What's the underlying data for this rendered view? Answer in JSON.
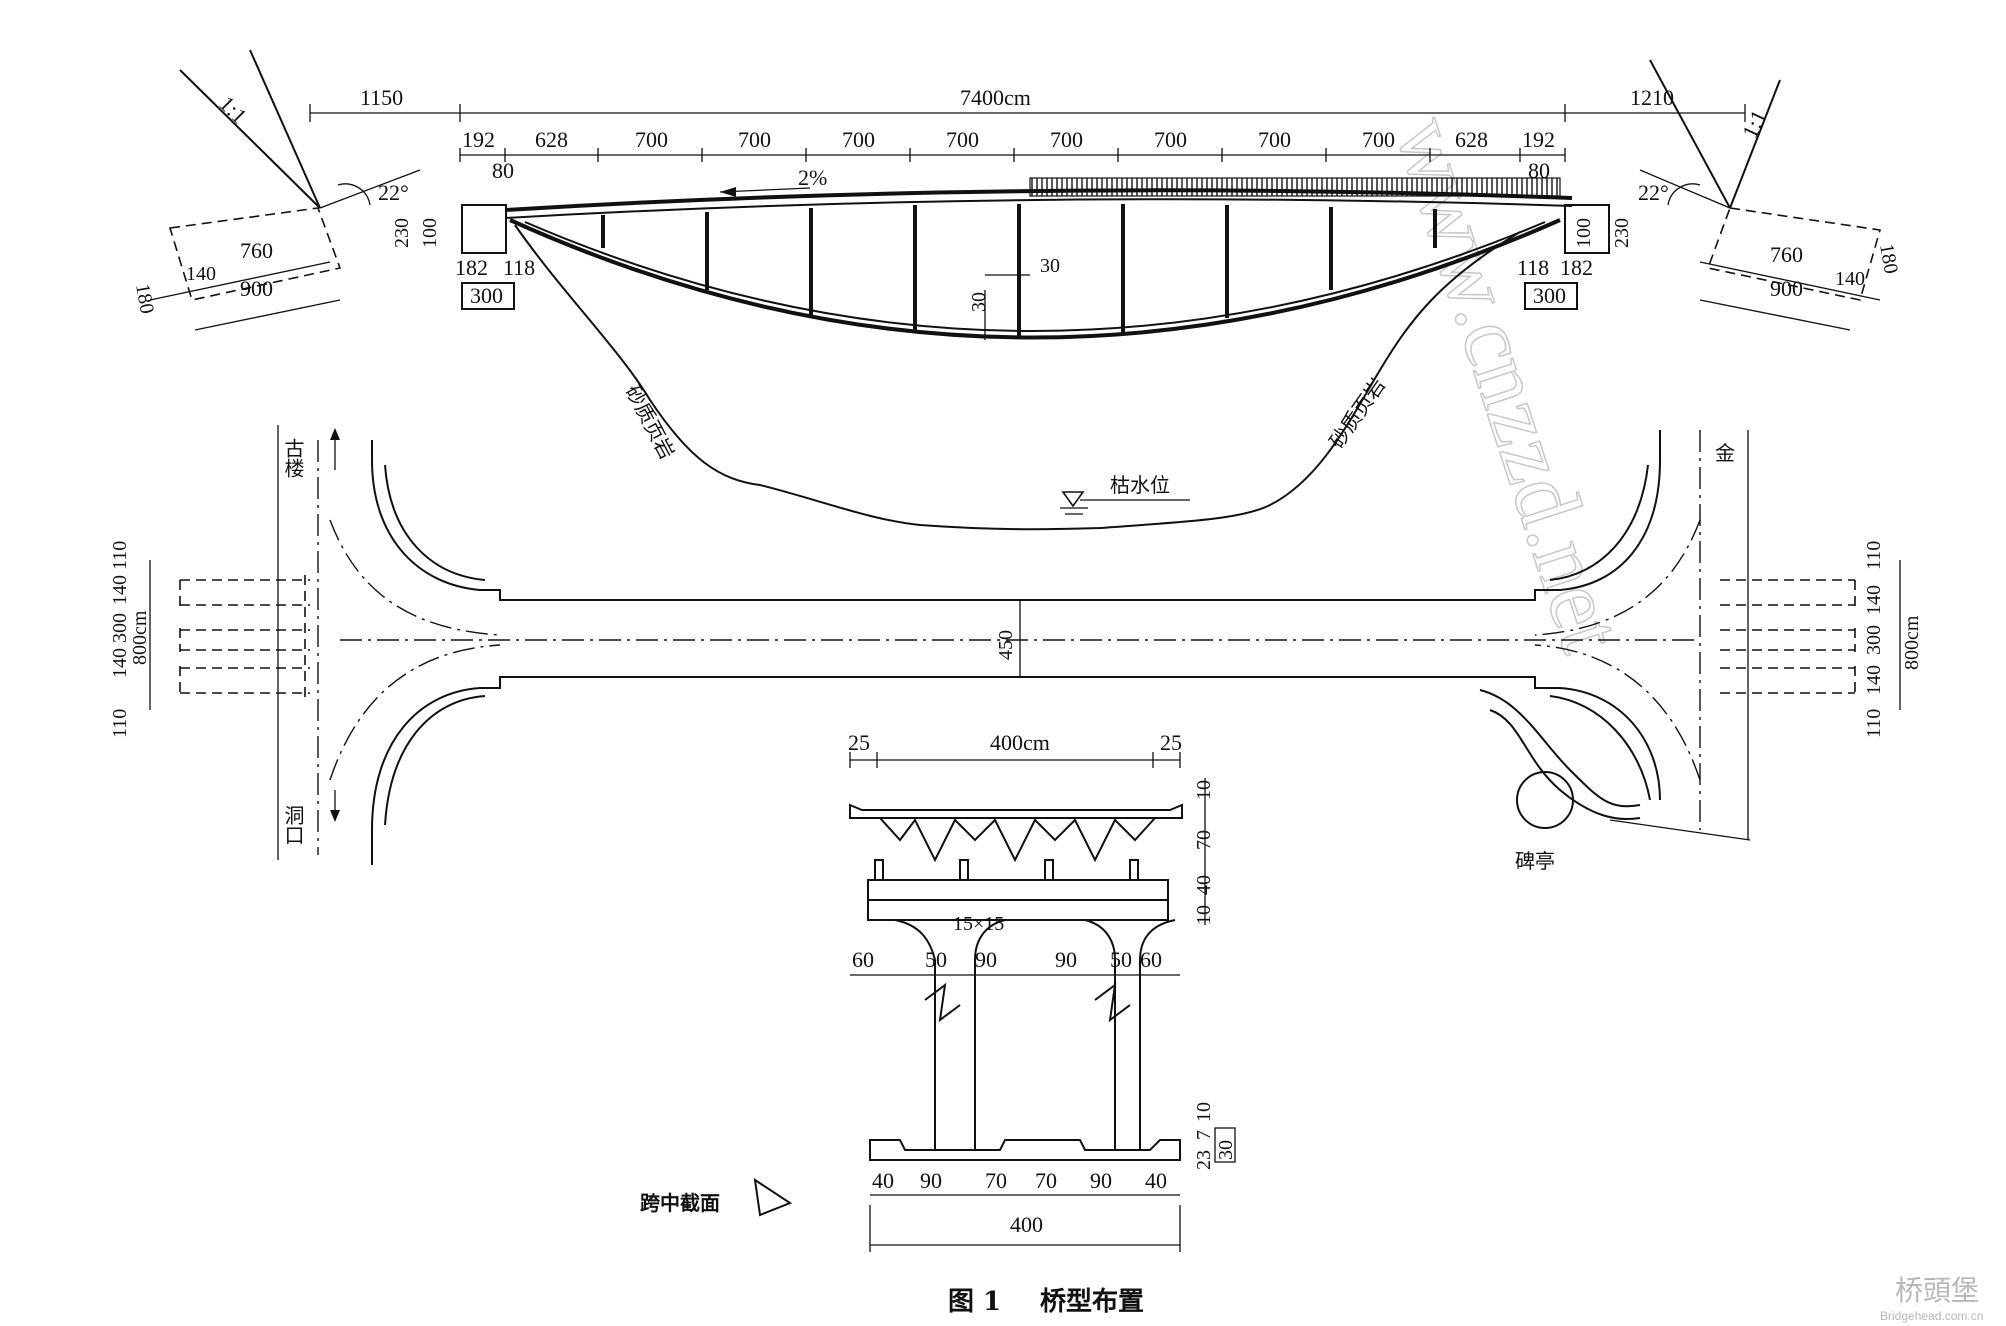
{
  "elevation": {
    "dims_top": {
      "left_approach": "1150",
      "total_span": "7400cm",
      "right_approach": "1210",
      "segments": [
        "192",
        "628",
        "700",
        "700",
        "700",
        "700",
        "700",
        "700",
        "700",
        "700",
        "628",
        "192"
      ],
      "end_offsets": [
        "80",
        "80"
      ]
    },
    "slope": "2%",
    "embankment_slope": "1:1",
    "angle": "22°",
    "left_abutment": {
      "heights": [
        "230",
        "100"
      ],
      "widths": [
        "182",
        "118"
      ],
      "base": "300",
      "wing": [
        "180",
        "140",
        "760",
        "900"
      ]
    },
    "right_abutment": {
      "heights": [
        "100",
        "230"
      ],
      "widths": [
        "118",
        "182"
      ],
      "base": "300",
      "wing": [
        "760",
        "140",
        "180",
        "900"
      ]
    },
    "arch_dims": [
      "30",
      "30"
    ],
    "rock_label_left": "砂质页岩",
    "rock_label_right": "砂质页岩",
    "water_level": "枯水位"
  },
  "plan": {
    "deck_width": "450",
    "road_dims_left": [
      "800cm",
      "110",
      "140",
      "300",
      "140",
      "110"
    ],
    "road_dims_right": [
      "800cm",
      "110",
      "140",
      "300",
      "140",
      "110"
    ],
    "place_left_top": "古楼",
    "place_left_bottom": "洞口",
    "place_right_top": "金",
    "pavilion": "碑亭"
  },
  "section": {
    "top_dims": [
      "25",
      "400cm",
      "25"
    ],
    "right_heights": [
      "10",
      "70",
      "40",
      "10"
    ],
    "rib_size": "15×15",
    "middle_dims": [
      "60",
      "50",
      "90",
      "90",
      "50",
      "60"
    ],
    "bottom_right": [
      "23",
      "7",
      "10",
      "30"
    ],
    "bottom_dims": [
      "40",
      "90",
      "70",
      "70",
      "90",
      "40"
    ],
    "total_width": "400",
    "label": "跨中截面"
  },
  "caption": {
    "number": "图 1",
    "title": "桥型布置"
  },
  "watermark": "www.cnzzd.net",
  "logo": {
    "name": "桥頭堡",
    "site": "Bridgehead.com.cn"
  }
}
